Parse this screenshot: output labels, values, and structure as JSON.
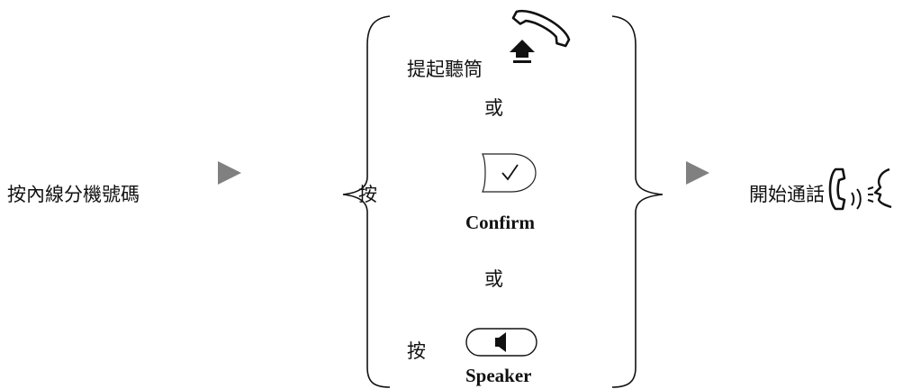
{
  "step1": {
    "text": "按內線分機號碼"
  },
  "options": {
    "lift_handset": "提起聽筒",
    "or_1": "或",
    "press_1": "按",
    "confirm_label": "Confirm",
    "or_2": "或",
    "press_2": "按",
    "speaker_label": "Speaker"
  },
  "step3": {
    "text": "開始通話"
  },
  "icons": {
    "arrow_1": "play-arrow-icon",
    "arrow_2": "play-arrow-icon",
    "handset_lift": "handset-lift-icon",
    "confirm_key": "checkmark-key-icon",
    "speaker_key": "speaker-key-icon",
    "talk": "phone-talk-icon"
  },
  "colors": {
    "arrow": "#808080",
    "text": "#111111"
  }
}
